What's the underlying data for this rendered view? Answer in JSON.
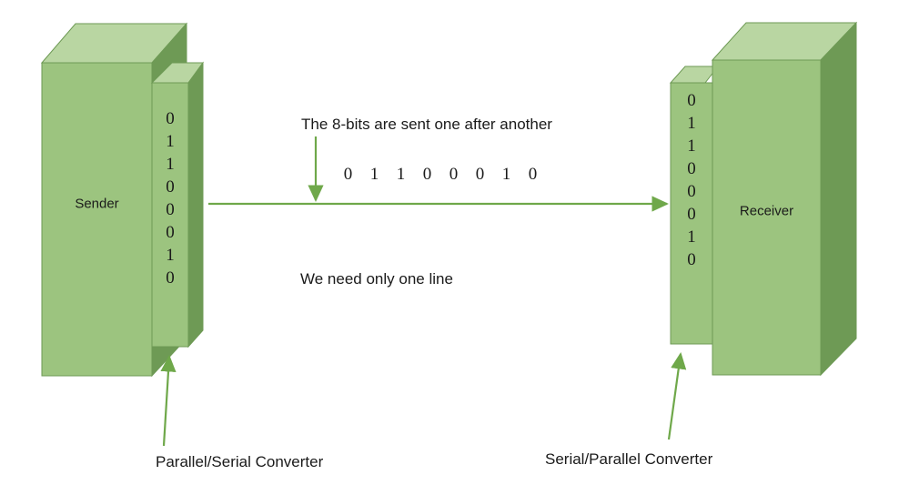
{
  "diagram": {
    "title_note_top": "The 8-bits are sent one after another",
    "note_middle": "We need only one line",
    "serial_bits": [
      "0",
      "1",
      "1",
      "0",
      "0",
      "0",
      "1",
      "0"
    ],
    "colors": {
      "box_front": "#9CC47F",
      "box_top": "#B9D6A2",
      "box_side": "#6E9A55",
      "box_stroke": "#6E9A55",
      "arrow": "#6FA84A",
      "text": "#1a1a1a",
      "background": "#ffffff"
    },
    "sender": {
      "label": "Sender",
      "converter_bits": [
        "0",
        "1",
        "1",
        "0",
        "0",
        "0",
        "1",
        "0"
      ],
      "converter_caption": "Parallel/Serial Converter"
    },
    "receiver": {
      "label": "Receiver",
      "converter_bits": [
        "0",
        "1",
        "1",
        "0",
        "0",
        "0",
        "1",
        "0"
      ],
      "converter_caption": "Serial/Parallel Converter"
    },
    "arrows": {
      "serial_line_name": "serial-transmission-line",
      "down_arrow_name": "bits-pointer-arrow",
      "sender_converter_arrow_name": "sender-converter-pointer",
      "receiver_converter_arrow_name": "receiver-converter-pointer"
    }
  }
}
